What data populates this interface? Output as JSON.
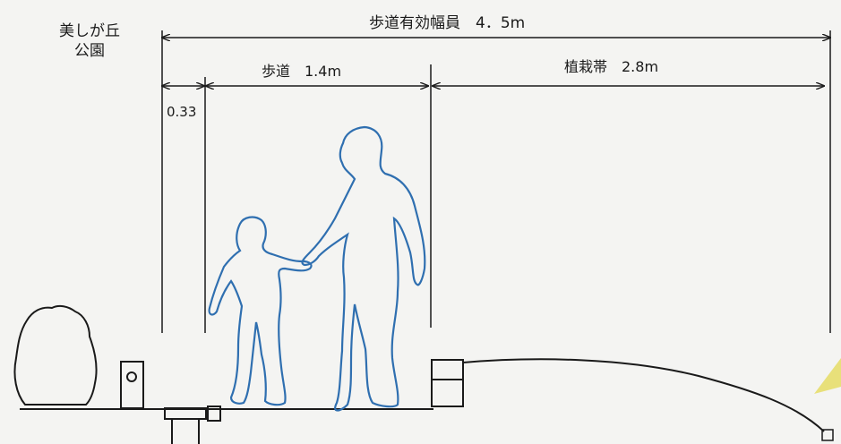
{
  "park_label": [
    "美しが丘",
    "公園"
  ],
  "total_width_label": "歩道有効幅員　4．5m",
  "sidewalk_label": "歩道　1.4m",
  "planting_strip_label": "植栽帯　2.8m",
  "edge_label": "0.33",
  "colors": {
    "line": "#1a1a1a",
    "figure_outline": "#2f6fb0",
    "background": "#f4f4f2",
    "accent_yellow": "#e8e07a"
  }
}
